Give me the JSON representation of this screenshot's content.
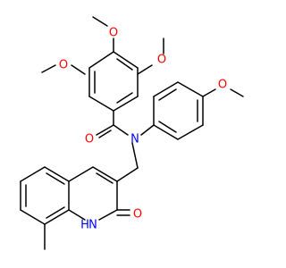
{
  "molecule": {
    "colors": {
      "carbon": "#000000",
      "oxygen": "#ff0000",
      "nitrogen": "#0000ff",
      "background": "#ffffff"
    },
    "labels": {
      "o_meo_left": "O",
      "o_meo_top": "O",
      "o_meo_right": "O",
      "o_carbonyl": "O",
      "n_amide": "N",
      "o_meo_para": "O",
      "o_lactam": "O",
      "nh": "H",
      "n_ring": "N"
    }
  }
}
